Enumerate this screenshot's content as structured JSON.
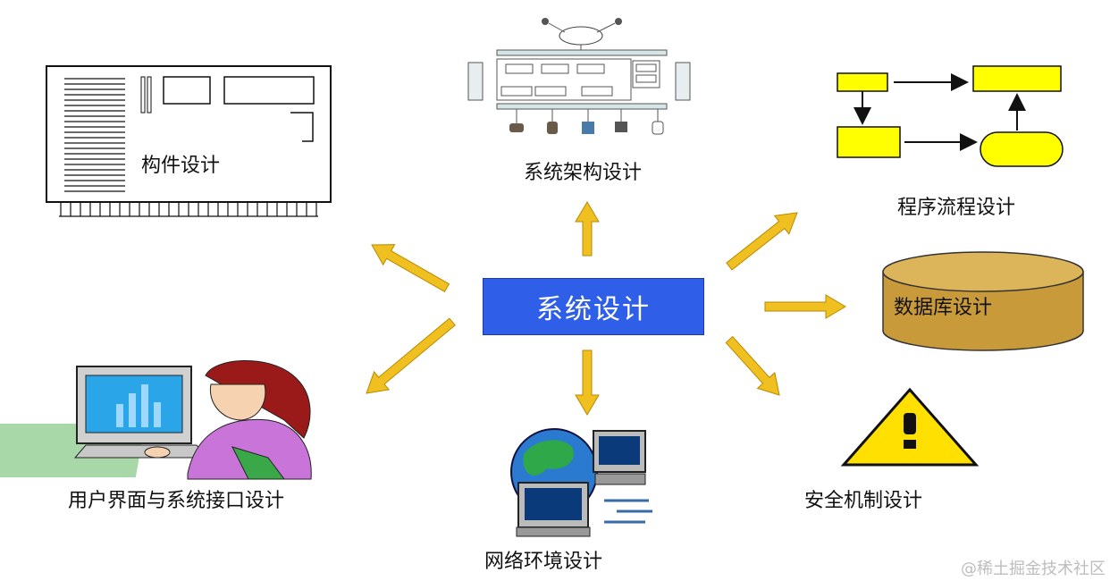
{
  "center": {
    "label": "系统设计"
  },
  "nodes": {
    "component": {
      "label": "构件设计"
    },
    "architecture": {
      "label": "系统架构设计"
    },
    "flow": {
      "label": "程序流程设计"
    },
    "database": {
      "label": "数据库设计"
    },
    "security": {
      "label": "安全机制设计"
    },
    "network": {
      "label": "网络环境设计"
    },
    "ui": {
      "label": "用户界面与系统接口设计"
    }
  },
  "watermark": "@稀土掘金技术社区",
  "colors": {
    "center_fill": "#2f5fe8",
    "arrow": "#f0c020",
    "database_fill": "#c89a3a",
    "flow_box": "#ffff00",
    "warning": "#ffe000"
  }
}
